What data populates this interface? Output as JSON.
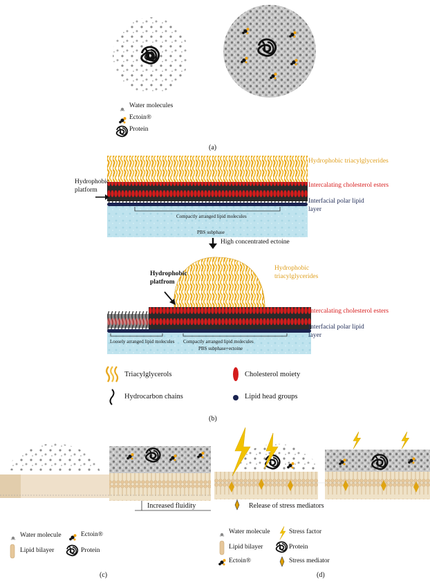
{
  "panel_a": {
    "legend": {
      "water": "Water molecules",
      "ectoin": "Ectoin®",
      "protein": "Protein"
    },
    "label": "(a)"
  },
  "panel_b": {
    "top": {
      "hydrophobic_triacylglycerides": "Hydrophobic triacylglycerides",
      "intercalating_cholesterol_esters": "Intercalating cholesterol esters",
      "interfacial_polar_lipid_layer": "Interfacial polar lipid layer",
      "hydrophobic_platform": "Hydrophobic platform",
      "compactly_arranged": "Compactly arranged lipid molecules",
      "subphase": "PBS subphase"
    },
    "arrow_label": "High concentrated ectoine",
    "bottom": {
      "hydrophobic_platform": "Hydrophobic platfrom",
      "hydrophobic_triacylglycerides": "Hydrophobic triacylglycerides",
      "intercalating_cholesterol_esters": "Intercalating cholesterol esters",
      "interfacial_polar_lipid_layer": "Interfacial polar lipid layer",
      "loosely_arranged": "Loosely arranged lipid molecules",
      "compactly_arranged": "Compactly arranged lipid molecules",
      "subphase": "PBS subphase+ectoine"
    },
    "legend": {
      "triacylglycerols": "Triacylglycerols",
      "cholesterol_moiety": "Cholesterol moiety",
      "hydrocarbon_chains": "Hydrocarbon chains",
      "lipid_head_groups": "Lipid head groups"
    },
    "label": "(b)"
  },
  "panel_c": {
    "increased_fluidity": "Increased fluidity",
    "legend": {
      "water": "Water molecule",
      "ectoin": "Ectoin®",
      "lipid_bilayer": "Lipid bilayer",
      "protein": "Protein"
    },
    "label": "(c)"
  },
  "panel_d": {
    "release": "Release of stress mediators",
    "legend": {
      "water": "Water molecule",
      "stress_factor": "Stress factor",
      "lipid_bilayer": "Lipid bilayer",
      "protein": "Protein",
      "ectoin": "Ectoin®",
      "stress_mediator": "Stress mediator"
    },
    "label": "(d)"
  },
  "colors": {
    "triglyceride": "#e8b030",
    "cholesterol": "#d41c1c",
    "head_group": "#1a2350",
    "subphase": "#bfe3ee",
    "water_dot": "#8a8a8a",
    "membrane": "#e9d6b8",
    "ectoin_orange": "#f0a000",
    "stress_yellow": "#f2c200"
  }
}
